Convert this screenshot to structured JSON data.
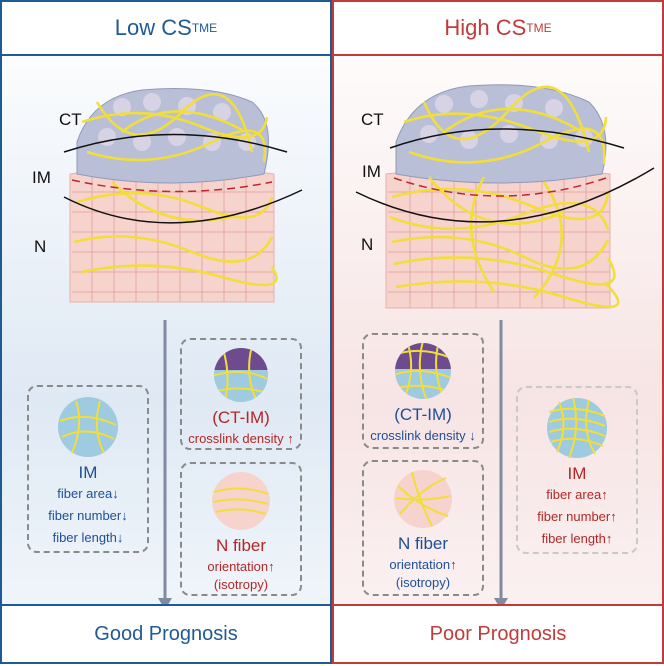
{
  "left": {
    "title_main": "Low CS",
    "title_sub": "TME",
    "footer": "Good Prognosis",
    "labels": {
      "ct": "CT",
      "im": "IM",
      "n": "N"
    },
    "im_box": {
      "title": "IM",
      "lines": [
        "fiber area",
        "fiber number",
        "fiber length"
      ],
      "arrow": "↓"
    },
    "ctim_box": {
      "title": "(CT-IM)",
      "line": "crosslink density",
      "arrow": "↑"
    },
    "nfiber_box": {
      "title": "N fiber",
      "line1": "orientation",
      "arrow": "↑",
      "line2": "(isotropy)"
    }
  },
  "right": {
    "title_main": "High CS",
    "title_sub": "TME",
    "footer": "Poor Prognosis",
    "labels": {
      "ct": "CT",
      "im": "IM",
      "n": "N"
    },
    "ctim_box": {
      "title": "(CT-IM)",
      "line": "crosslink density",
      "arrow": "↓"
    },
    "nfiber_box": {
      "title": "N fiber",
      "line1": "orientation",
      "arrow": "↑",
      "line2": "(isotropy)"
    },
    "im_box": {
      "title": "IM",
      "lines": [
        "fiber area",
        "fiber number",
        "fiber length"
      ],
      "arrow": "↑"
    }
  },
  "colors": {
    "blue": "#1f5a96",
    "red": "#c23b3b",
    "fiber": "#f2de3a",
    "tumor": "#b9bfd6",
    "normal": "#f6d3cd",
    "stroma": "#9fcbe0",
    "crosslink": "#6e4b8e"
  }
}
